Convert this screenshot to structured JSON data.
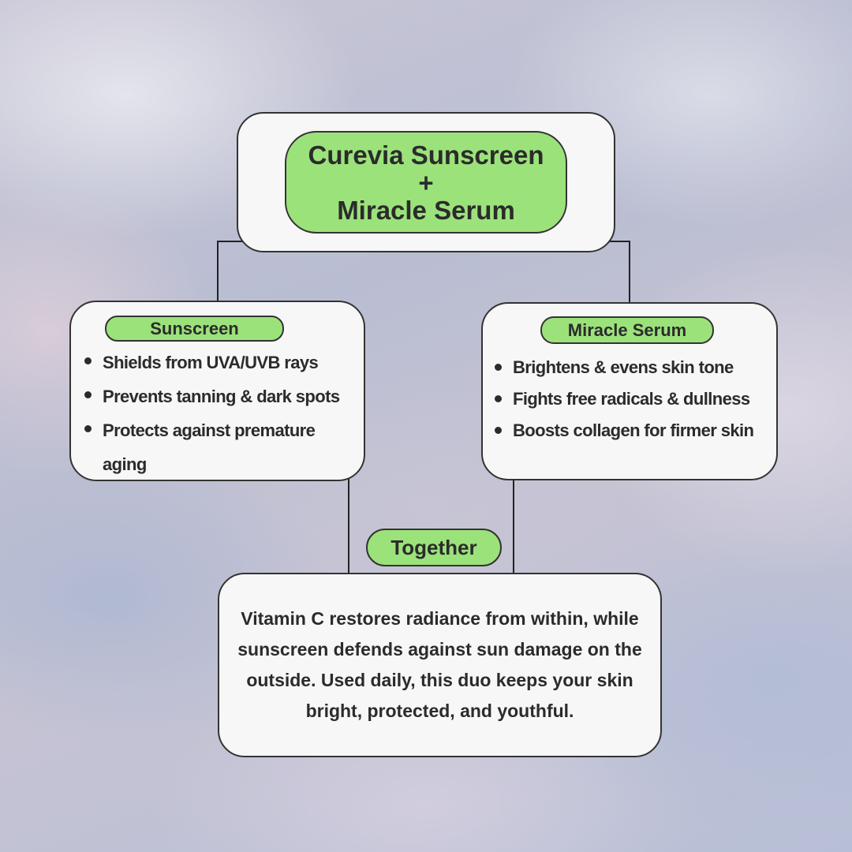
{
  "title": {
    "line1": "Curevia Sunscreen",
    "line2": "+",
    "line3": "Miracle Serum"
  },
  "sunscreen": {
    "heading": "Sunscreen",
    "points": [
      "Shields from UVA/UVB rays",
      "Prevents tanning & dark spots",
      "Protects against premature aging"
    ]
  },
  "serum": {
    "heading": "Miracle Serum",
    "points": [
      "Brightens & evens skin tone",
      "Fights free radicals & dullness",
      "Boosts collagen for firmer skin"
    ]
  },
  "together": {
    "heading": "Together",
    "text": "Vitamin C restores radiance from within, while sunscreen defends against sun damage on the outside. Used daily, this duo keeps your skin bright, protected, and youthful."
  },
  "colors": {
    "pill": "#9be27b",
    "card": "#f7f7f7",
    "outline": "#333333"
  }
}
